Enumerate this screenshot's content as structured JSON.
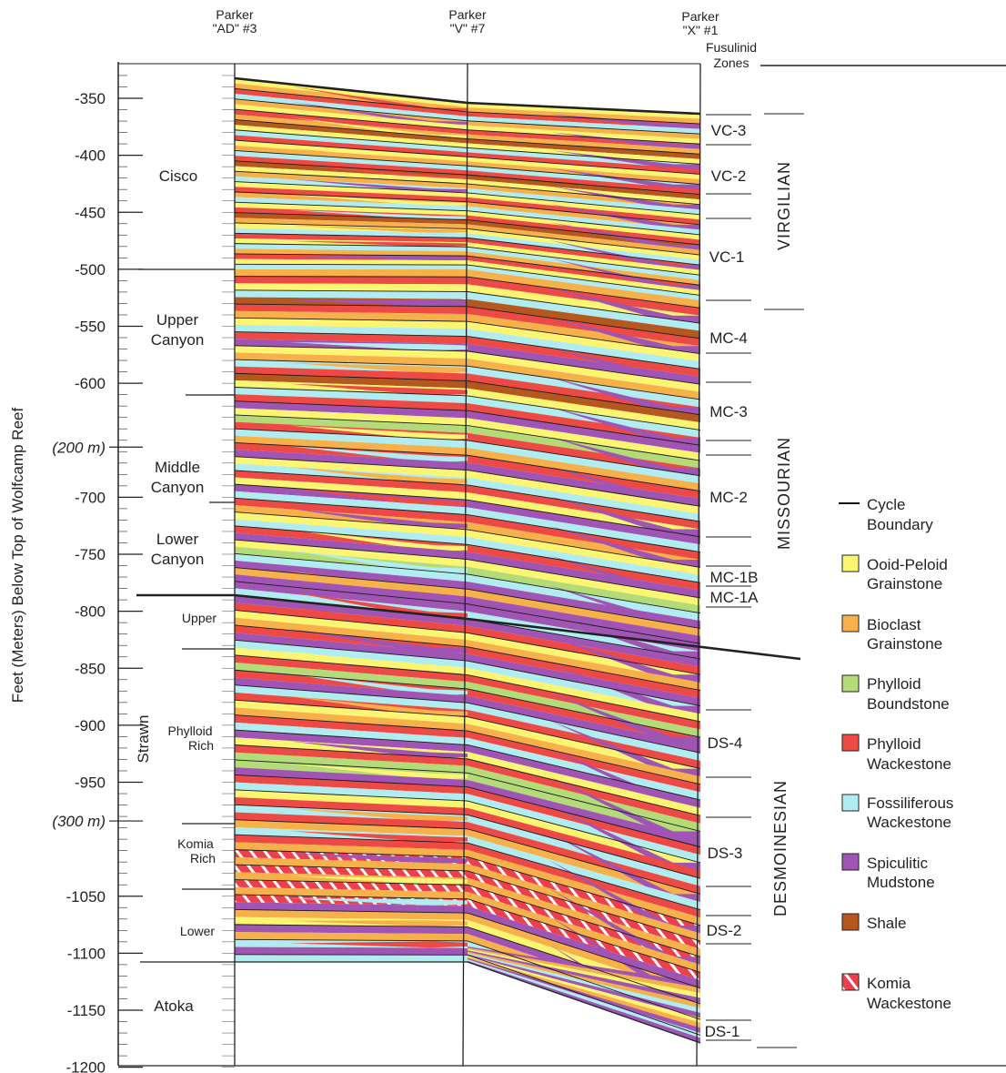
{
  "y_axis": {
    "label": "Feet (Meters) Below Top of Wolfcamp Reef",
    "ticks": [
      -350,
      -400,
      -450,
      -500,
      -550,
      -600,
      -700,
      -750,
      -800,
      -850,
      -900,
      -950,
      -1050,
      -1100,
      -1150,
      -1200
    ],
    "metric_markers": [
      {
        "label": "(200 m)",
        "feet": -656
      },
      {
        "label": "(300 m)",
        "feet": -984
      }
    ]
  },
  "wells": [
    {
      "name": "Parker",
      "id": "\"AD\" #3"
    },
    {
      "name": "Parker",
      "id": "\"V\" #7"
    },
    {
      "name": "Parker",
      "id": "\"X\" #1"
    }
  ],
  "zones_header": [
    "Fusulinid",
    "Zones"
  ],
  "units": [
    {
      "lines": [
        "Cisco"
      ]
    },
    {
      "lines": [
        "Upper",
        "Canyon"
      ]
    },
    {
      "lines": [
        "Middle",
        "Canyon"
      ]
    },
    {
      "lines": [
        "Lower",
        "Canyon"
      ]
    },
    {
      "lines": [
        "Strawn"
      ]
    },
    {
      "lines": [
        "Atoka"
      ]
    }
  ],
  "strawn_subunits": [
    {
      "lines": [
        "Upper"
      ]
    },
    {
      "lines": [
        "Phylloid",
        "Rich"
      ]
    },
    {
      "lines": [
        "Komia",
        "Rich"
      ]
    },
    {
      "lines": [
        "Lower"
      ]
    }
  ],
  "fusulinid_zones": [
    "VC-3",
    "VC-2",
    "VC-1",
    "MC-4",
    "MC-3",
    "MC-2",
    "MC-1B",
    "MC-1A",
    "DS-4",
    "DS-3",
    "DS-2",
    "DS-1"
  ],
  "stages": [
    "VIRGILIAN",
    "MISSOURIAN",
    "DESMOINESIAN"
  ],
  "legend": [
    {
      "key": "cycle",
      "lines": [
        "Cycle",
        "Boundary"
      ],
      "color": "#111111"
    },
    {
      "key": "ooid",
      "lines": [
        "Ooid-Peloid",
        "Grainstone"
      ],
      "color": "#fbf571"
    },
    {
      "key": "bioclast",
      "lines": [
        "Bioclast",
        "Grainstone"
      ],
      "color": "#f6b14a"
    },
    {
      "key": "phyb",
      "lines": [
        "Phylloid",
        "Boundstone"
      ],
      "color": "#b3dc78"
    },
    {
      "key": "phyw",
      "lines": [
        "Phylloid",
        "Wackestone"
      ],
      "color": "#ee4a45"
    },
    {
      "key": "foss",
      "lines": [
        "Fossiliferous",
        "Wackestone"
      ],
      "color": "#b1ecf0"
    },
    {
      "key": "spic",
      "lines": [
        "Spiculitic",
        "Mudstone"
      ],
      "color": "#a054b4"
    },
    {
      "key": "shale",
      "lines": [
        "Shale"
      ],
      "color": "#b5581f"
    },
    {
      "key": "komia",
      "lines": [
        "Komia",
        "Wackestone"
      ],
      "color": "#ee3f4d"
    }
  ],
  "section_sequence": {
    "cisco": [
      "ooid",
      "bioclast",
      "phyw",
      "foss",
      "bioclast",
      "ooid",
      "phyw",
      "bioclast",
      "shale",
      "ooid",
      "foss",
      "phyw",
      "ooid",
      "bioclast",
      "foss",
      "phyw",
      "shale",
      "ooid",
      "bioclast",
      "foss",
      "ooid",
      "phyw",
      "bioclast",
      "foss",
      "ooid",
      "phyw",
      "shale",
      "bioclast",
      "ooid",
      "foss",
      "phyw",
      "ooid",
      "foss",
      "bioclast",
      "phyw",
      "ooid",
      "foss"
    ],
    "canyon": [
      "bioclast",
      "phyw",
      "ooid",
      "foss",
      "shale",
      "phyw",
      "bioclast",
      "ooid",
      "foss",
      "phyw",
      "spic",
      "ooid",
      "bioclast",
      "foss",
      "phyw",
      "shale",
      "ooid",
      "foss",
      "phyw",
      "spic",
      "ooid",
      "phyb",
      "phyw",
      "foss",
      "bioclast",
      "phyw",
      "spic",
      "ooid",
      "foss",
      "phyw",
      "ooid",
      "spic",
      "foss",
      "phyw",
      "bioclast",
      "ooid",
      "foss",
      "phyw",
      "spic",
      "ooid",
      "phyb",
      "foss",
      "spic",
      "bioclast",
      "spic",
      "spic",
      "foss"
    ],
    "strawn": [
      "spic",
      "phyw",
      "ooid",
      "bioclast",
      "phyw",
      "spic",
      "foss",
      "ooid",
      "phyw",
      "phyb",
      "phyw",
      "spic",
      "foss",
      "phyw",
      "ooid",
      "bioclast",
      "phyw",
      "foss",
      "spic",
      "ooid",
      "phyw",
      "phyb",
      "phyb",
      "spic",
      "phyw",
      "foss",
      "ooid",
      "phyw",
      "foss",
      "phyw",
      "bioclast",
      "foss",
      "phyw",
      "bioclast",
      "komia",
      "bioclast",
      "komia",
      "bioclast",
      "komia",
      "bioclast",
      "komia",
      "spic",
      "bioclast",
      "ooid",
      "spic",
      "bioclast",
      "foss",
      "spic",
      "foss"
    ]
  }
}
